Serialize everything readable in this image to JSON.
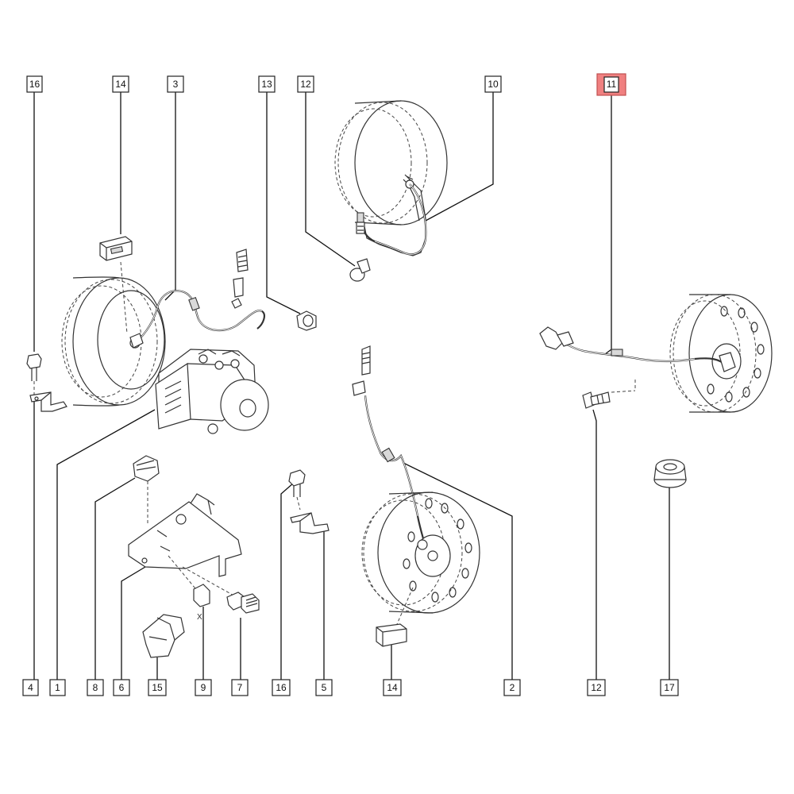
{
  "diagram": {
    "top_callouts": [
      {
        "id": "c16-top",
        "label": "16"
      },
      {
        "id": "c14-top",
        "label": "14"
      },
      {
        "id": "c3",
        "label": "3"
      },
      {
        "id": "c13",
        "label": "13"
      },
      {
        "id": "c12-top",
        "label": "12"
      },
      {
        "id": "c10",
        "label": "10"
      },
      {
        "id": "c11",
        "label": "11",
        "highlight": true
      }
    ],
    "bottom_callouts": [
      {
        "id": "c4",
        "label": "4"
      },
      {
        "id": "c1",
        "label": "1"
      },
      {
        "id": "c8",
        "label": "8"
      },
      {
        "id": "c6",
        "label": "6"
      },
      {
        "id": "c15",
        "label": "15"
      },
      {
        "id": "c9",
        "label": "9"
      },
      {
        "id": "c7",
        "label": "7"
      },
      {
        "id": "c16-bottom",
        "label": "16"
      },
      {
        "id": "c5",
        "label": "5"
      },
      {
        "id": "c14-bottom",
        "label": "14"
      },
      {
        "id": "c2",
        "label": "2"
      },
      {
        "id": "c12-bottom",
        "label": "12"
      },
      {
        "id": "c17",
        "label": "17"
      }
    ],
    "bracket_mark": "X",
    "colors": {
      "highlight_fill": "#f08080",
      "highlight_stroke": "#c05050",
      "line": "#111111"
    }
  }
}
